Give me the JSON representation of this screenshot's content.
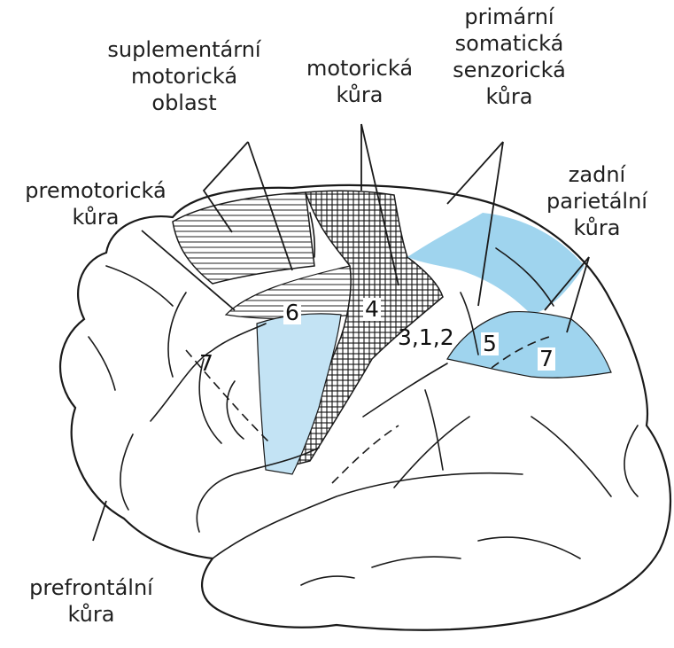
{
  "labels": {
    "supplementary_motor": [
      "suplementární",
      "motorická",
      "oblast"
    ],
    "motor_cortex": [
      "motorická",
      "kůra"
    ],
    "primary_somatosensory": [
      "primární",
      "somatická",
      "senzorická",
      "kůra"
    ],
    "premotor": [
      "premotorická",
      "kůra"
    ],
    "posterior_parietal": [
      "zadní",
      "parietální",
      "kůra"
    ],
    "prefrontal": [
      "prefrontální",
      "kůra"
    ]
  },
  "areas": {
    "area_6": "6",
    "area_4": "4",
    "area_312": "3,1,2",
    "area_5": "5",
    "area_7_parietal": "7",
    "area_7_frontal": "7"
  },
  "colors": {
    "highlight_blue": "#9fd4ee",
    "pale_blue": "#c3e3f4",
    "outline": "#1a1a1a"
  }
}
